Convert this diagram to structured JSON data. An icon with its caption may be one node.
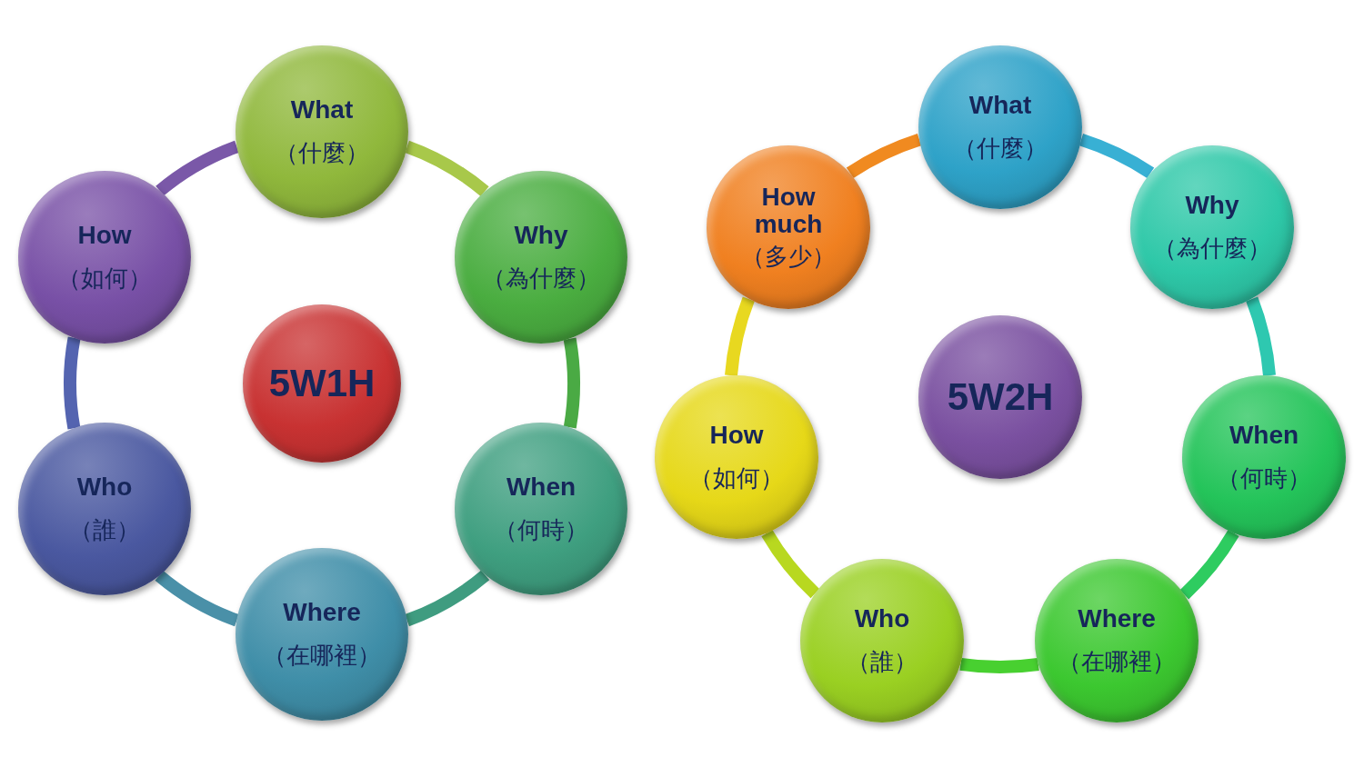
{
  "diagram": {
    "nodes": [
      {
        "text": [
          "5W1H"
        ]
      },
      {
        "text": [
          "What",
          "（什麼）"
        ]
      },
      {
        "text": [
          "Why",
          "（為什麼）"
        ]
      },
      {
        "text": [
          "When",
          "（何時）"
        ]
      },
      {
        "text": [
          "Where",
          "（在哪裡）"
        ]
      },
      {
        "text": [
          "Who",
          "（誰）"
        ]
      },
      {
        "text": [
          "How",
          "（如何）"
        ]
      },
      {
        "text": [
          "5W2H"
        ]
      },
      {
        "text": [
          "What",
          "（什麼）"
        ]
      },
      {
        "text": [
          "Why",
          "（為什麼）"
        ]
      },
      {
        "text": [
          "When",
          "（何時）"
        ]
      },
      {
        "text": [
          "Where",
          "（在哪裡）"
        ]
      },
      {
        "text": [
          "Who",
          "（誰）"
        ]
      },
      {
        "text": [
          "How",
          "（如何）"
        ]
      },
      {
        "text": [
          "How much",
          "（多少）"
        ]
      }
    ],
    "edges": [
      {
        "from": 1,
        "to": 2,
        "arrow": "none",
        "color": "#a8c84a"
      },
      {
        "from": 2,
        "to": 3,
        "arrow": "none",
        "color": "#4aaa44"
      },
      {
        "from": 3,
        "to": 4,
        "arrow": "none",
        "color": "#3f9c80"
      },
      {
        "from": 4,
        "to": 5,
        "arrow": "none",
        "color": "#4a90a8"
      },
      {
        "from": 5,
        "to": 6,
        "arrow": "none",
        "color": "#5464b0"
      },
      {
        "from": 6,
        "to": 1,
        "arrow": "none",
        "color": "#7a58a8"
      },
      {
        "from": 8,
        "to": 9,
        "arrow": "none",
        "color": "#38b0d4"
      },
      {
        "from": 9,
        "to": 10,
        "arrow": "none",
        "color": "#2ec8b0"
      },
      {
        "from": 10,
        "to": 11,
        "arrow": "none",
        "color": "#2ecc60"
      },
      {
        "from": 11,
        "to": 12,
        "arrow": "none",
        "color": "#48d030"
      },
      {
        "from": 12,
        "to": 13,
        "arrow": "none",
        "color": "#b8d820"
      },
      {
        "from": 13,
        "to": 14,
        "arrow": "none",
        "color": "#e8d820"
      },
      {
        "from": 14,
        "to": 8,
        "arrow": "none",
        "color": "#f08a20"
      }
    ]
  }
}
